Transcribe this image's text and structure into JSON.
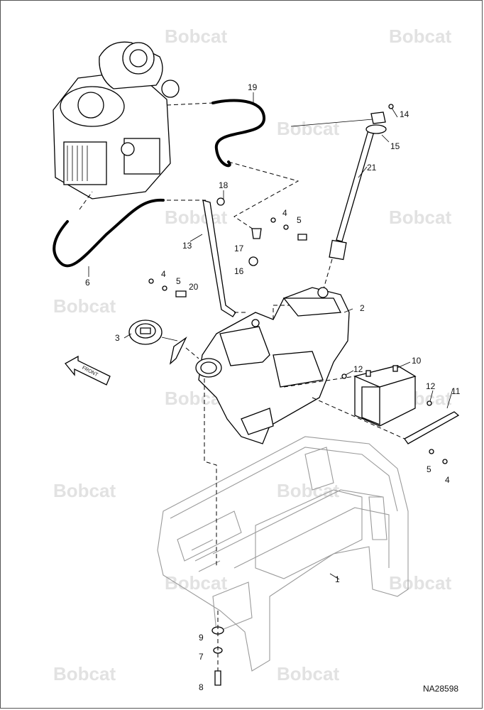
{
  "watermark": {
    "text": "Bobcat"
  },
  "figure_number": "NA28598",
  "front_arrow_label": "FRONT",
  "callouts": [
    "1",
    "2",
    "3",
    "4",
    "5",
    "6",
    "7",
    "8",
    "9",
    "10",
    "11",
    "12",
    "13",
    "14",
    "15",
    "16",
    "17",
    "18",
    "19",
    "20",
    "21"
  ],
  "callout_extra": {
    "4b": "4",
    "5b": "5",
    "4c": "4",
    "5c": "5",
    "12b": "12"
  }
}
